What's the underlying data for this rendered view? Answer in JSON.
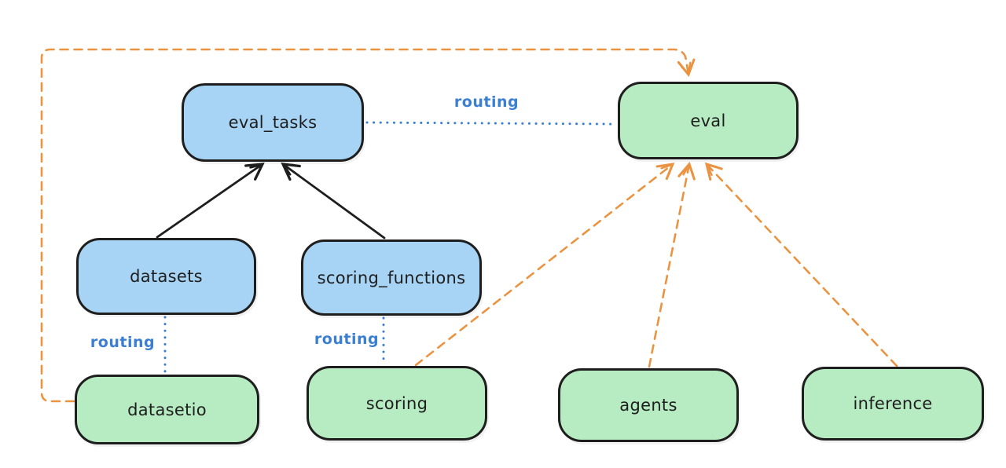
{
  "diagram": {
    "background": "#ffffff",
    "colors": {
      "background": "#ffffff",
      "node_blue_fill": "#a7d3f4",
      "node_green_fill": "#b7ecc2",
      "node_border": "#1e1e1e",
      "arrow_black": "#1e1e1e",
      "routing_blue": "#3b7fd2",
      "provider_orange": "#ea9442"
    },
    "nodes": [
      {
        "id": "eval_tasks",
        "label": "eval_tasks",
        "kind": "resource"
      },
      {
        "id": "eval",
        "label": "eval",
        "kind": "api"
      },
      {
        "id": "datasets",
        "label": "datasets",
        "kind": "resource"
      },
      {
        "id": "scoring_functions",
        "label": "scoring_functions",
        "kind": "resource"
      },
      {
        "id": "datasetio",
        "label": "datasetio",
        "kind": "api"
      },
      {
        "id": "scoring",
        "label": "scoring",
        "kind": "api"
      },
      {
        "id": "agents",
        "label": "agents",
        "kind": "api"
      },
      {
        "id": "inference",
        "label": "inference",
        "kind": "api"
      }
    ],
    "edge_labels": [
      {
        "id": "routing-eval-tasks-to-eval",
        "text": "routing"
      },
      {
        "id": "routing-datasets-to-datasetio",
        "text": "routing"
      },
      {
        "id": "routing-scoring-fns-to-scoring",
        "text": "routing"
      }
    ],
    "edges": [
      {
        "from": "datasets",
        "to": "eval_tasks",
        "style": "solid-black-arrow"
      },
      {
        "from": "scoring_functions",
        "to": "eval_tasks",
        "style": "solid-black-arrow"
      },
      {
        "from": "eval_tasks",
        "to": "eval",
        "style": "dotted-blue",
        "label": "routing"
      },
      {
        "from": "datasets",
        "to": "datasetio",
        "style": "dotted-blue",
        "label": "routing"
      },
      {
        "from": "scoring_functions",
        "to": "scoring",
        "style": "dotted-blue",
        "label": "routing"
      },
      {
        "from": "datasetio",
        "to": "eval",
        "style": "dashed-orange-arrow"
      },
      {
        "from": "scoring",
        "to": "eval",
        "style": "dashed-orange-arrow"
      },
      {
        "from": "agents",
        "to": "eval",
        "style": "dashed-orange-arrow"
      },
      {
        "from": "inference",
        "to": "eval",
        "style": "dashed-orange-arrow"
      }
    ]
  }
}
